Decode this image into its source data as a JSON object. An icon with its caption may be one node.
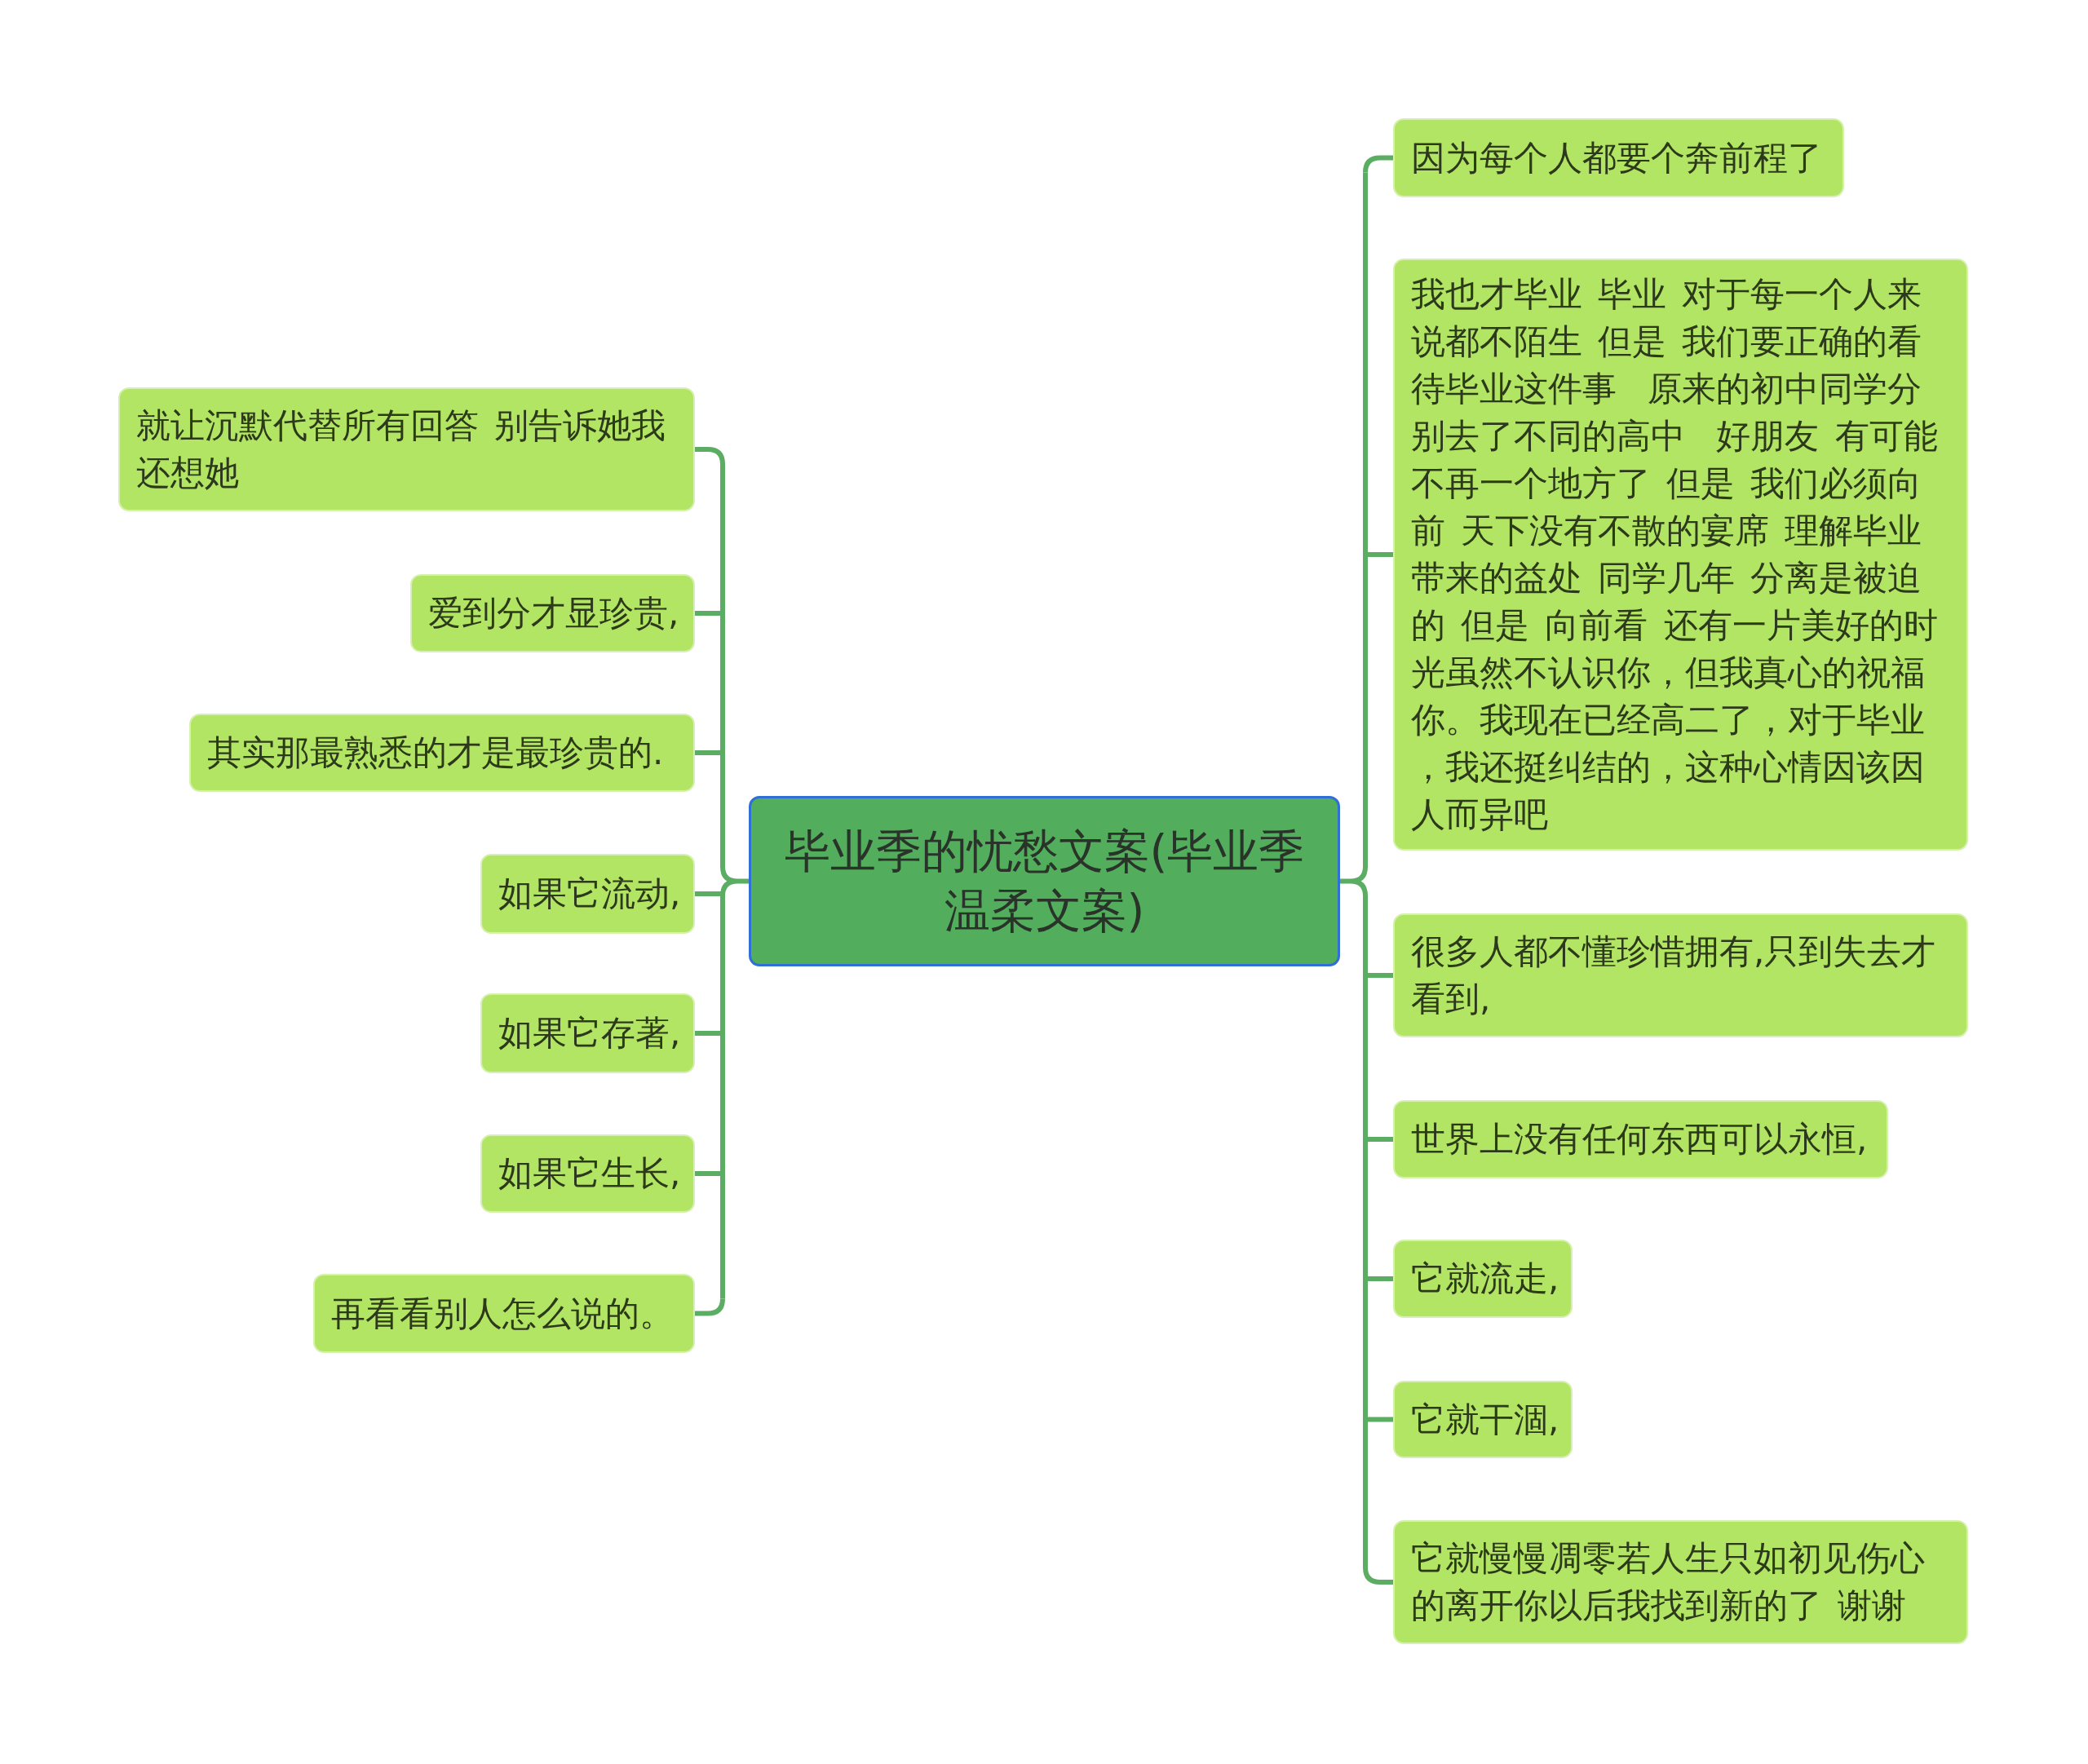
{
  "diagram": {
    "nodes": [
      {
        "text": [
          "毕业季的忧愁文案(毕业季温柔文案)"
        ]
      },
      {
        "text": [
          "就让沉默代替所有回答 别告诉她我还想她"
        ]
      },
      {
        "text": [
          "爱到分才显珍贵,"
        ]
      },
      {
        "text": [
          "其实那最熟悉的才是最珍贵的."
        ]
      },
      {
        "text": [
          "如果它流动,"
        ]
      },
      {
        "text": [
          "如果它存著,"
        ]
      },
      {
        "text": [
          "如果它生长,"
        ]
      },
      {
        "text": [
          "再看看别人怎么说的。"
        ]
      },
      {
        "text": [
          "因为每个人都要个奔前程了"
        ]
      },
      {
        "text": [
          "我也才毕业 毕业 对于每一个人来说都不陌生 但是 我们要正确的看待毕业这件事  原来的初中同学分别去了不同的高中  好朋友 有可能不再一个地方了 但是 我们必须向前 天下没有不散的宴席 理解毕业带来的益处 同学几年 分离是被迫的 但是 向前看 还有一片美好的时光虽然不认识你，但我真心的祝福你。我现在已经高二了，对于毕业，我还挺纠结的，这种心情因该因人而异吧"
        ]
      },
      {
        "text": [
          "很多人都不懂珍惜拥有,只到失去才看到,"
        ]
      },
      {
        "text": [
          "世界上没有任何东西可以永恒,"
        ]
      },
      {
        "text": [
          "它就流走,"
        ]
      },
      {
        "text": [
          "它就干涸,"
        ]
      },
      {
        "text": [
          "它就慢慢凋零若人生只如初见伤心的离开你以后我找到新的了 谢谢"
        ]
      }
    ],
    "edges": [
      {
        "from": 0,
        "to": 1,
        "arrow": "none"
      },
      {
        "from": 0,
        "to": 2,
        "arrow": "none"
      },
      {
        "from": 0,
        "to": 3,
        "arrow": "none"
      },
      {
        "from": 0,
        "to": 4,
        "arrow": "none"
      },
      {
        "from": 0,
        "to": 5,
        "arrow": "none"
      },
      {
        "from": 0,
        "to": 6,
        "arrow": "none"
      },
      {
        "from": 0,
        "to": 7,
        "arrow": "none"
      },
      {
        "from": 0,
        "to": 8,
        "arrow": "none"
      },
      {
        "from": 0,
        "to": 9,
        "arrow": "none"
      },
      {
        "from": 0,
        "to": 10,
        "arrow": "none"
      },
      {
        "from": 0,
        "to": 11,
        "arrow": "none"
      },
      {
        "from": 0,
        "to": 12,
        "arrow": "none"
      },
      {
        "from": 0,
        "to": 13,
        "arrow": "none"
      },
      {
        "from": 0,
        "to": 14,
        "arrow": "none"
      }
    ]
  }
}
